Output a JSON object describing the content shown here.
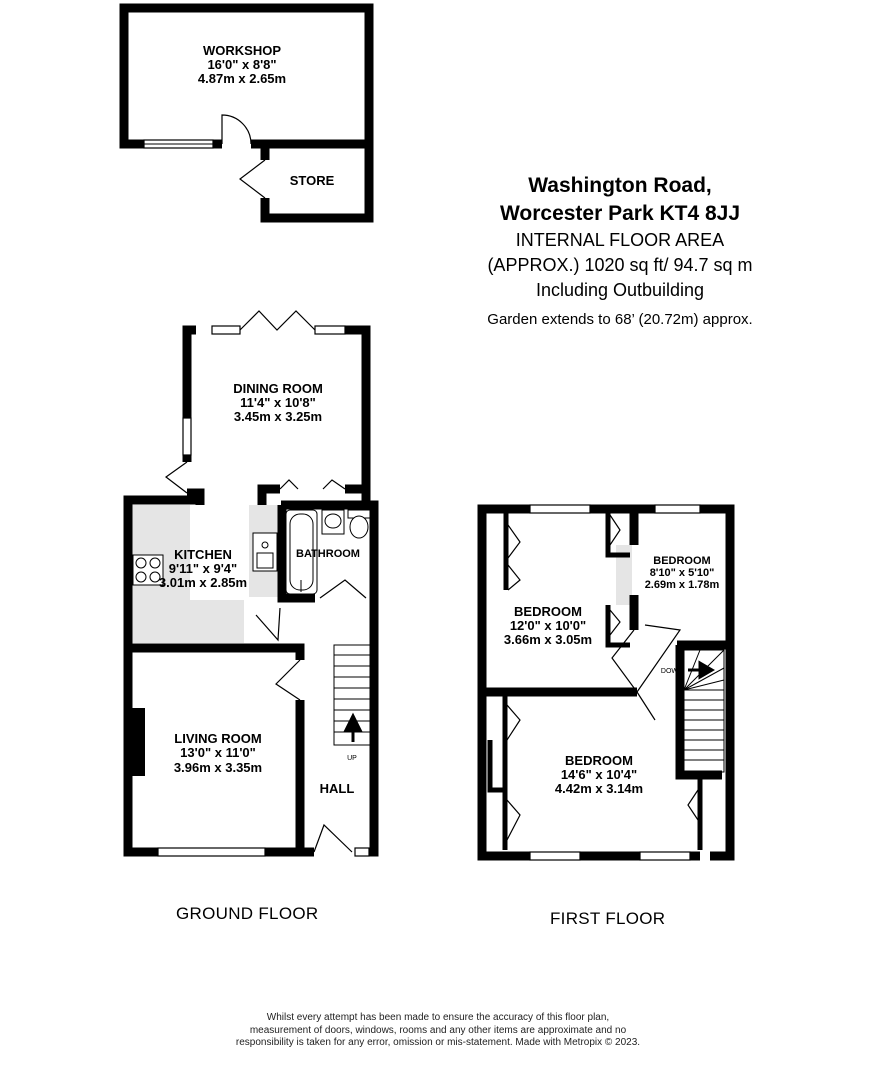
{
  "address": {
    "line1": "Washington Road,",
    "line2": "Worcester Park KT4 8JJ"
  },
  "area": {
    "line1": "INTERNAL FLOOR AREA",
    "line2": "(APPROX.) 1020 sq ft/ 94.7 sq m",
    "line3": "Including Outbuilding"
  },
  "garden": "Garden extends to 68’ (20.72m) approx.",
  "floors": {
    "ground": "GROUND FLOOR",
    "first": "FIRST FLOOR"
  },
  "rooms": {
    "workshop": {
      "name": "WORKSHOP",
      "imperial": "16'0\"  x 8'8\"",
      "metric": "4.87m  x 2.65m"
    },
    "store": {
      "name": "STORE"
    },
    "dining": {
      "name": "DINING ROOM",
      "imperial": "11'4\"  x 10'8\"",
      "metric": "3.45m  x 3.25m"
    },
    "kitchen": {
      "name": "KITCHEN",
      "imperial": "9'11\"  x 9'4\"",
      "metric": "3.01m  x 2.85m"
    },
    "bathroom": {
      "name": "BATHROOM"
    },
    "living": {
      "name": "LIVING ROOM",
      "imperial": "13'0\"  x 11'0\"",
      "metric": "3.96m  x 3.35m"
    },
    "hall": {
      "name": "HALL"
    },
    "bedroom_small": {
      "name": "BEDROOM",
      "imperial": "8'10\"  x 5'10\"",
      "metric": "2.69m  x 1.78m"
    },
    "bedroom_mid": {
      "name": "BEDROOM",
      "imperial": "12'0\"  x 10'0\"",
      "metric": "3.66m  x 3.05m"
    },
    "bedroom_large": {
      "name": "BEDROOM",
      "imperial": "14'6\"  x 10'4\"",
      "metric": "4.42m  x 3.14m"
    }
  },
  "stairs": {
    "up": "UP",
    "down": "DOWN"
  },
  "disclaimer": {
    "line1": "Whilst every attempt has been made to ensure the accuracy of this floor plan,",
    "line2": "measurement of doors, windows, rooms and any other items are approximate and no",
    "line3": "responsibility is taken for any error, omission or mis-statement. Made with Metropix © 2023."
  },
  "colors": {
    "wall": "#000000",
    "fitted_units": "#e5e5e5",
    "background": "#ffffff"
  }
}
